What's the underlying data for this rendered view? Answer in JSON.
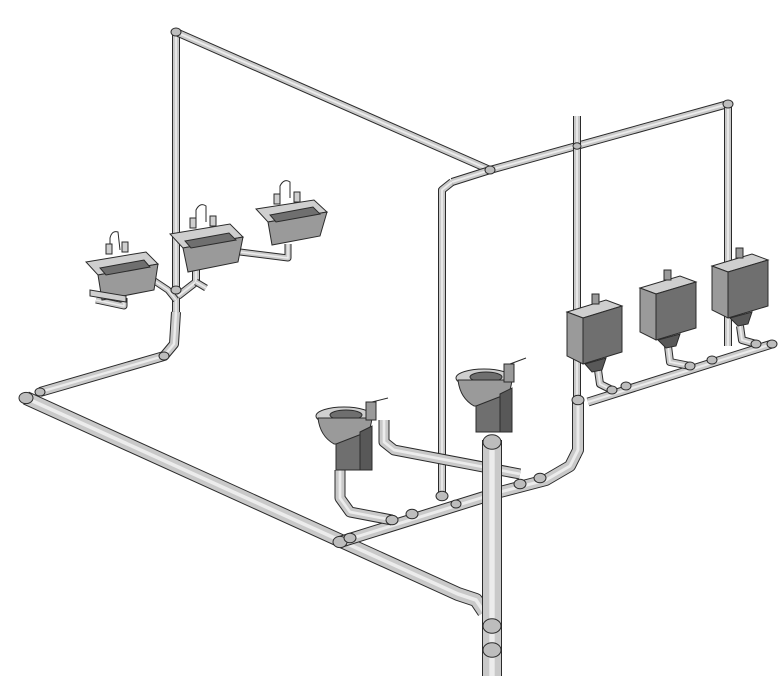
{
  "view": {
    "background": "#ffffff",
    "pipe_fill": "#c9c9c9",
    "outline": "#2b2b2b",
    "fixture_shade": "#6f6f6f"
  },
  "fixtures": {
    "sinks": [
      {
        "id": "sink-1",
        "icon": "sink-icon"
      },
      {
        "id": "sink-2",
        "icon": "sink-icon"
      },
      {
        "id": "sink-3",
        "icon": "sink-icon"
      }
    ],
    "toilets": [
      {
        "id": "toilet-1",
        "icon": "toilet-icon"
      },
      {
        "id": "toilet-2",
        "icon": "toilet-icon"
      }
    ],
    "cisterns": [
      {
        "id": "cistern-1",
        "icon": "cistern-icon"
      },
      {
        "id": "cistern-2",
        "icon": "cistern-icon"
      },
      {
        "id": "cistern-3",
        "icon": "cistern-icon"
      }
    ]
  }
}
